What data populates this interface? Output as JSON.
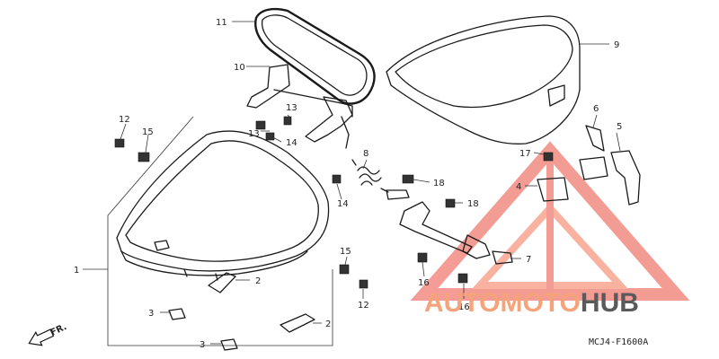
{
  "diagram": {
    "callouts": {
      "c1": "1",
      "c2a": "2",
      "c2b": "2",
      "c3a": "3",
      "c3b": "3",
      "c4": "4",
      "c5": "5",
      "c6": "6",
      "c7": "7",
      "c8": "8",
      "c9": "9",
      "c10": "10",
      "c11": "11",
      "c12a": "12",
      "c12b": "12",
      "c13a": "13",
      "c13b": "13",
      "c14a": "14",
      "c14b": "14",
      "c15a": "15",
      "c15b": "15",
      "c16a": "16",
      "c16b": "16",
      "c17": "17",
      "c18a": "18",
      "c18b": "18"
    },
    "direction_label": "FR.",
    "diagram_code": "MCJ4-F1600A"
  },
  "watermark": {
    "part1": "AUTOMOTO",
    "part2": "HUB",
    "color_primary": "#f28b82",
    "color_secondary": "#f7b27a",
    "color_dark": "#5a5a5a"
  }
}
